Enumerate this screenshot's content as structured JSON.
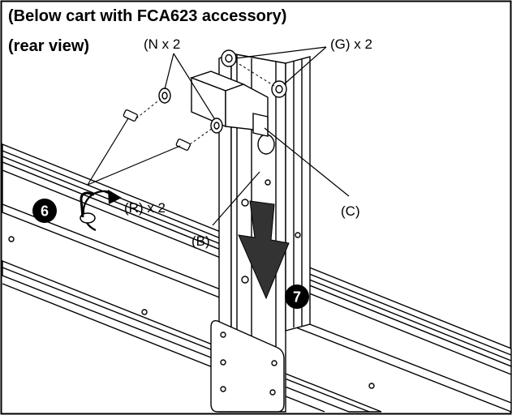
{
  "title": {
    "line1": "(Below cart with FCA623 accessory)",
    "line2": "(rear view)"
  },
  "labels": {
    "nuts": "(N x 2",
    "g": "(G) x 2",
    "r": "(R) x 2",
    "b": "(B)",
    "c": "(C)"
  },
  "steps": {
    "six": "6",
    "seven": "7"
  },
  "colors": {
    "line": "#000000",
    "fill": "#ffffff",
    "shade": "#d9d9d9",
    "arrow": "#333333",
    "badge": "#000000"
  }
}
